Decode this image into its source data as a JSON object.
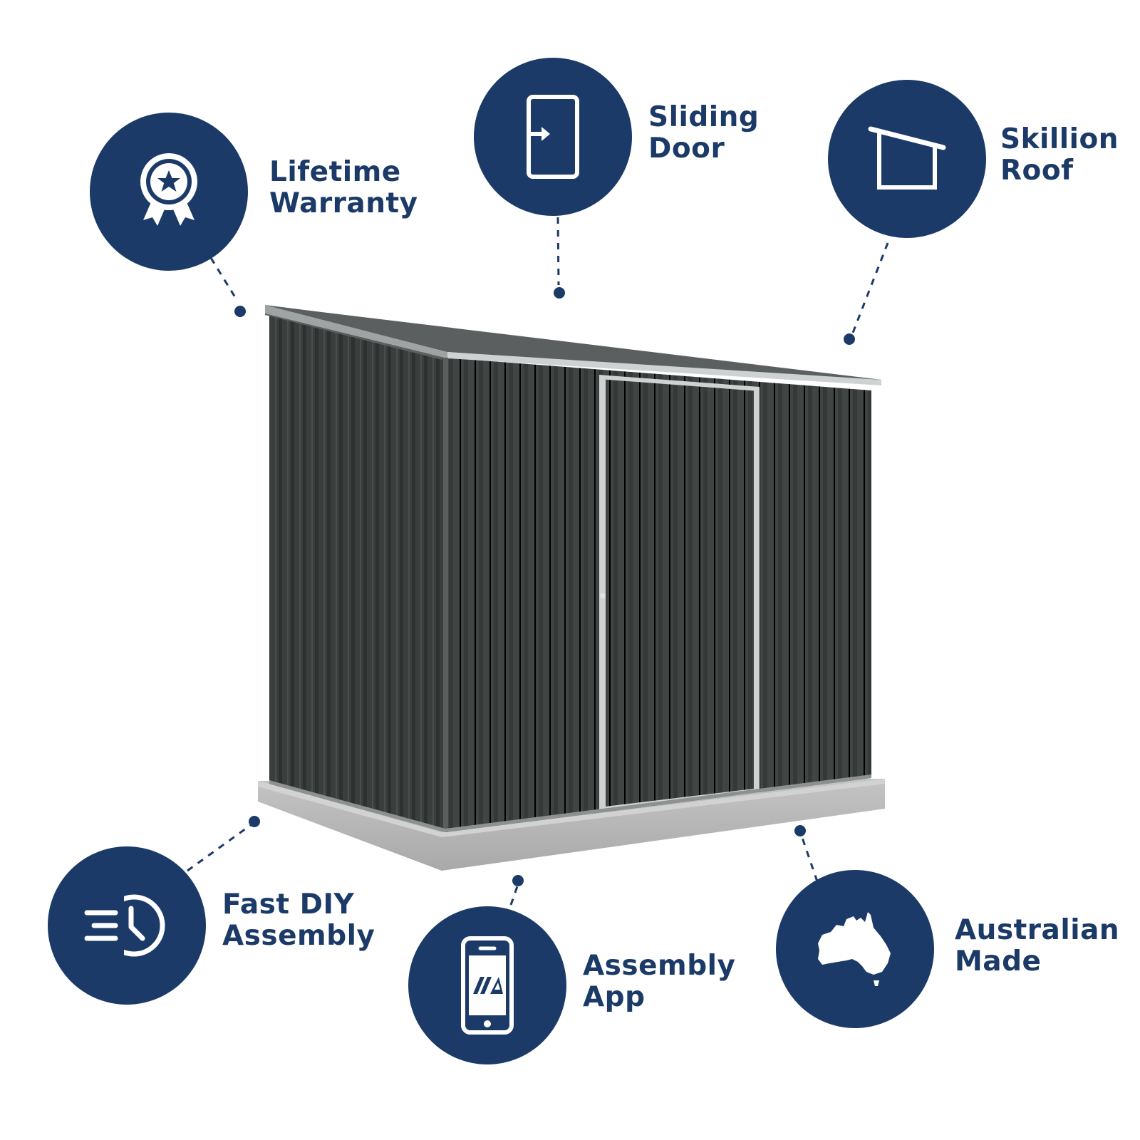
{
  "colors": {
    "badge": "#1b3a67",
    "label": "#1b3a67",
    "shed_wall": "#3b3f3e",
    "shed_trim": "#cfd2d3",
    "slab": "#b9b9b9",
    "roof": "#5c5f60"
  },
  "product": {
    "image_name": "skillion-roof-garden-shed"
  },
  "features": [
    {
      "id": "lifetime-warranty",
      "icon": "award-ribbon-star-icon",
      "line1": "Lifetime",
      "line2": "Warranty"
    },
    {
      "id": "sliding-door",
      "icon": "sliding-door-icon",
      "line1": "Sliding",
      "line2": "Door"
    },
    {
      "id": "skillion-roof",
      "icon": "skillion-roof-icon",
      "line1": "Skillion",
      "line2": "Roof"
    },
    {
      "id": "fast-diy-assembly",
      "icon": "fast-clock-icon",
      "line1": "Fast DIY",
      "line2": "Assembly"
    },
    {
      "id": "assembly-app",
      "icon": "smartphone-app-icon",
      "line1": "Assembly",
      "line2": "App"
    },
    {
      "id": "australian-made",
      "icon": "australia-map-icon",
      "line1": "Australian",
      "line2": "Made"
    }
  ]
}
